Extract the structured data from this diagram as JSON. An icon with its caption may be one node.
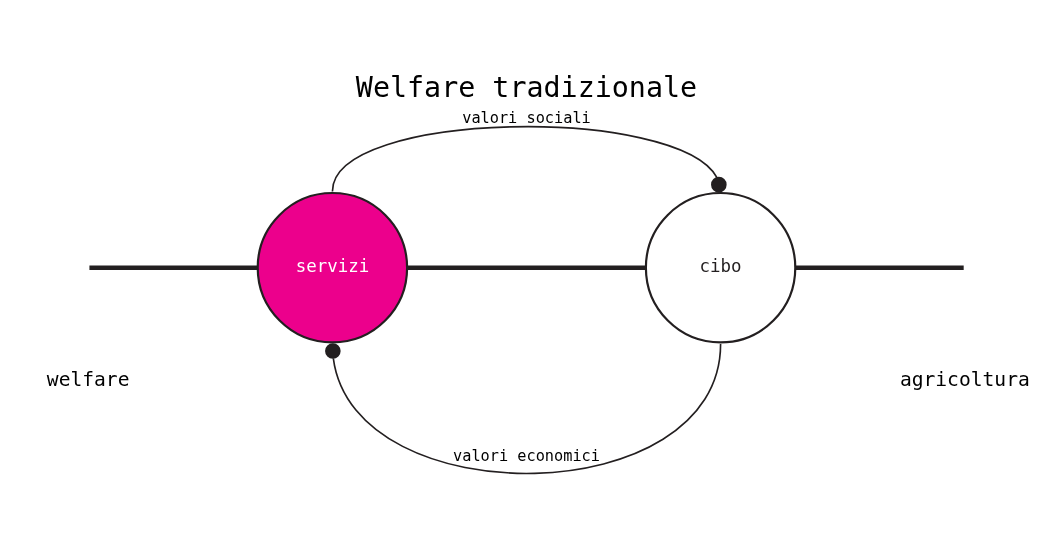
{
  "diagram": {
    "title": "Welfare tradizionale",
    "nodes": [
      {
        "text": [
          "servizi"
        ]
      },
      {
        "text": [
          "cibo"
        ]
      }
    ],
    "edges": [
      {
        "from": null,
        "to": 0,
        "arrow": "none"
      },
      {
        "from": 0,
        "to": 1,
        "arrow": "none"
      },
      {
        "from": 1,
        "to": null,
        "arrow": "none"
      },
      {
        "from": 0,
        "to": 1,
        "arrow": "other",
        "label": "valori sociali"
      },
      {
        "from": 1,
        "to": 0,
        "arrow": "other",
        "label": "valori economici"
      }
    ],
    "labels": [
      "welfare",
      "agricoltura"
    ]
  }
}
